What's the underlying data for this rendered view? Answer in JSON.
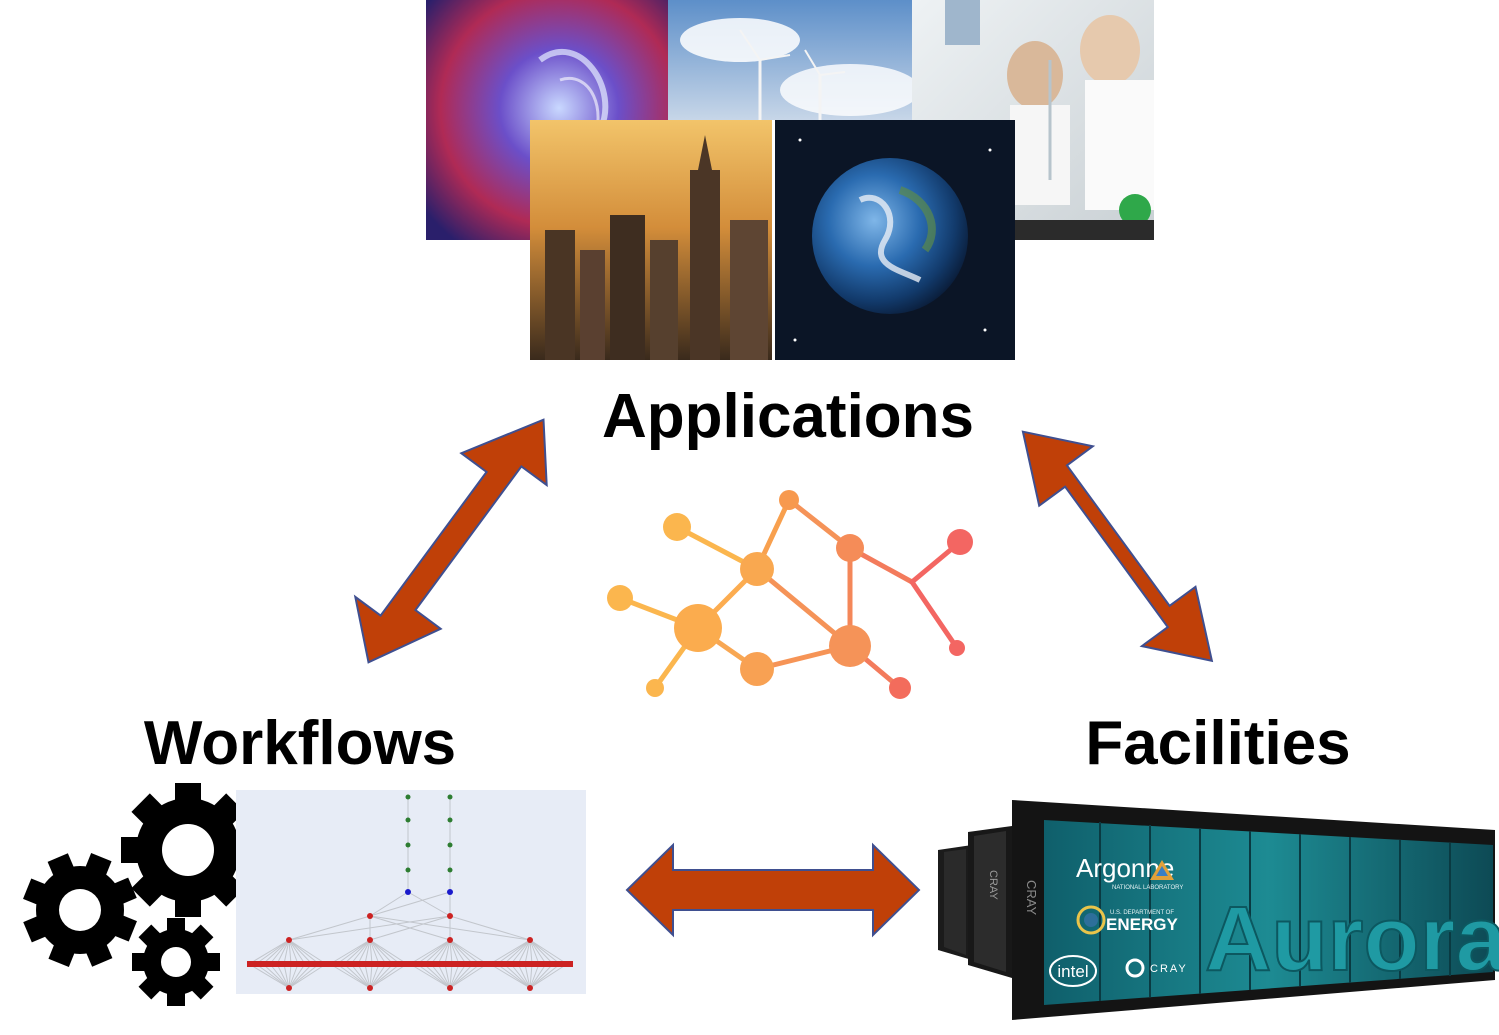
{
  "labels": {
    "applications": "Applications",
    "workflows": "Workflows",
    "facilities": "Facilities"
  },
  "supercomputer": {
    "cabinet_brand": "CRAY",
    "lab_name": "Argonne",
    "lab_subtitle": "NATIONAL LABORATORY",
    "doe_line1": "U.S. DEPARTMENT OF",
    "doe_line2": "ENERGY",
    "intel": "intel",
    "cray": "CRAY",
    "system_name": "Aurora"
  },
  "colors": {
    "arrow_fill": "#C04008",
    "arrow_stroke": "#3F4F90",
    "network_yellow": "#FBB040",
    "network_orange": "#F58A4A",
    "network_red": "#F25A55",
    "dag_red": "#CC2222",
    "dag_green": "#2E7D32",
    "dag_blue": "#1A1ACC",
    "cabinet_teal": "#1D8B93"
  }
}
